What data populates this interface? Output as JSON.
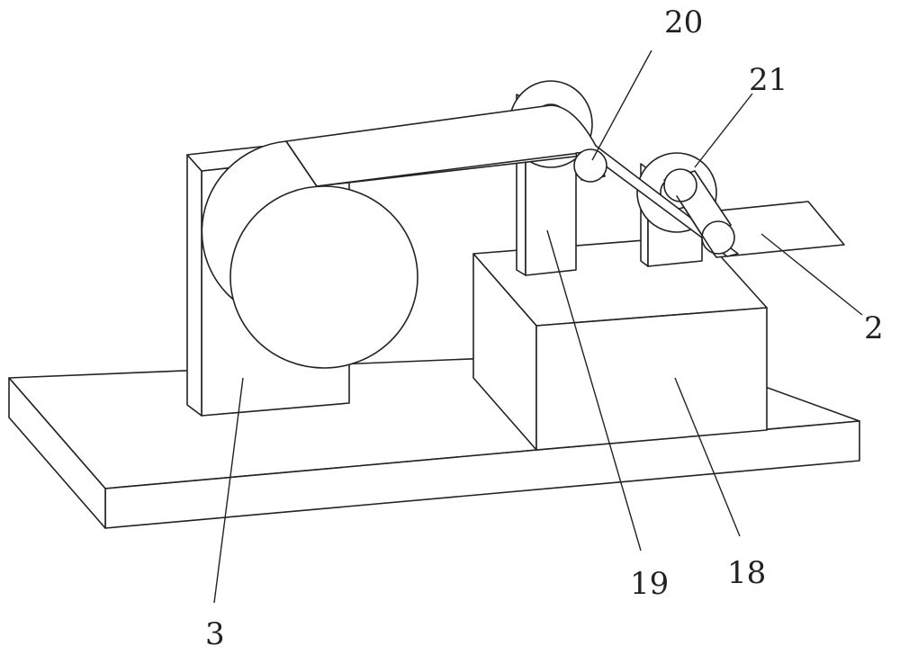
{
  "diagram": {
    "line_color": "#222222",
    "background_color": "#ffffff",
    "labels": {
      "label_20": "20",
      "label_21": "21",
      "label_2": "2",
      "label_3": "3",
      "label_19": "19",
      "label_18": "18"
    }
  }
}
